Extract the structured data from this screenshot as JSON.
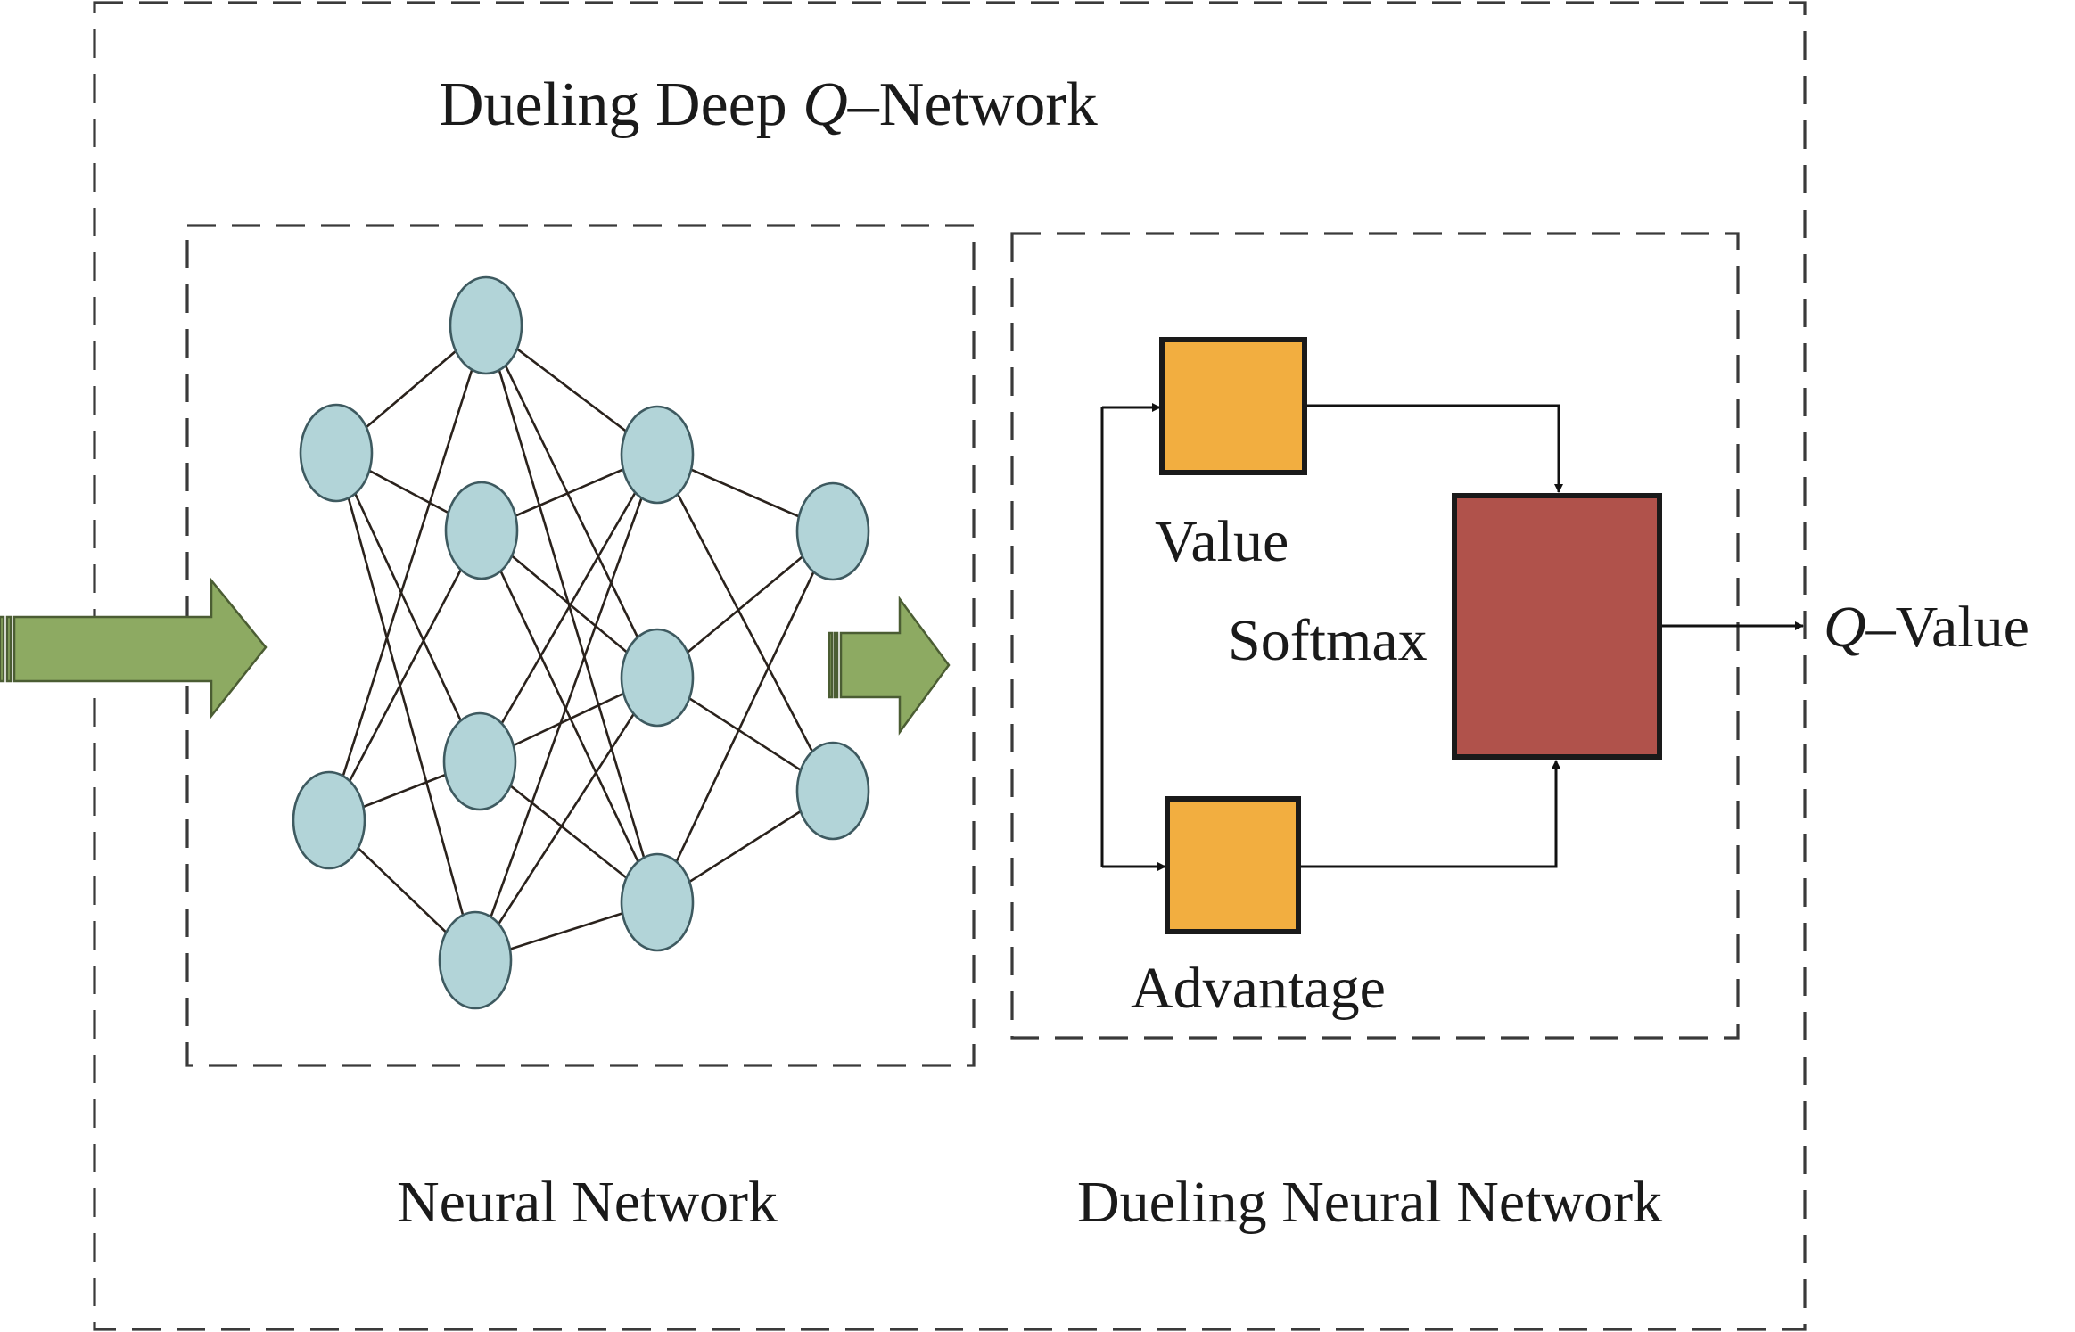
{
  "title": {
    "prefix": "Dueling Deep ",
    "q": "Q",
    "suffix": "–Network"
  },
  "panels": {
    "neural_network": "Neural Network",
    "dueling_neural_network": "Dueling Neural Network"
  },
  "blocks": {
    "value": "Value",
    "advantage": "Advantage",
    "softmax": "Softmax"
  },
  "output": {
    "q": "Q",
    "suffix": "–Value"
  },
  "network": {
    "layer_sizes": [
      2,
      4,
      3,
      2
    ]
  },
  "colors": {
    "node_fill": "#b2d4d8",
    "value_block": "#f2ae40",
    "advantage_block": "#f2ae40",
    "softmax_block": "#b0524b",
    "input_arrows": "#8daa62"
  }
}
